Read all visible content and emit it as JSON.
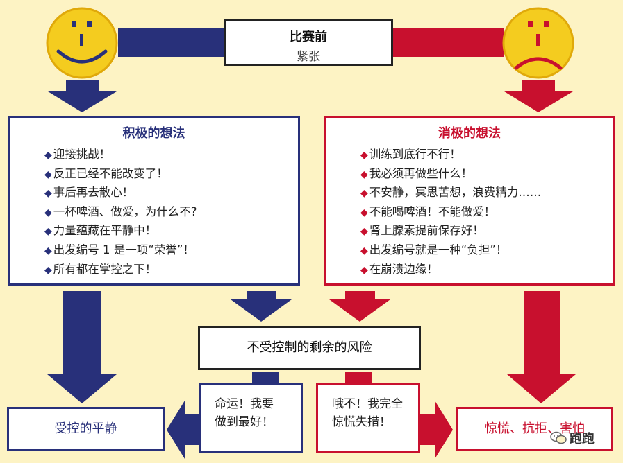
{
  "top": {
    "title": "比赛前",
    "subtitle": "紧张"
  },
  "positive": {
    "title": "积极的想法",
    "items": [
      "迎接挑战！",
      "反正已经不能改变了！",
      "事后再去散心！",
      "一杯啤酒、做爱，为什么不?",
      "力量蕴藏在平静中！",
      "出发编号 1 是一项“荣誉”！",
      "所有都在掌控之下！"
    ]
  },
  "negative": {
    "title": "消极的想法",
    "items": [
      "训练到底行不行！",
      "我必须再做些什么！",
      "不安静，冥思苦想，浪费精力……",
      "不能喝啤酒！不能做爱！",
      "肾上腺素提前保存好！",
      "出发编号就是一种“负担”！",
      "在崩溃边缘！"
    ]
  },
  "middle": {
    "label": "不受控制的剩余的风险"
  },
  "left_quote": {
    "line1": "命运！我要",
    "line2": "做到最好！"
  },
  "right_quote": {
    "line1": "哦不！我完全",
    "line2": "惊慌失措！"
  },
  "end_left": {
    "label": "受控的平静"
  },
  "end_right": {
    "label": "惊慌、抗拒、害怕"
  },
  "watermark": {
    "text": "跑跑"
  },
  "colors": {
    "blue": "#28307a",
    "red": "#c8102e",
    "face": "#f4cc1f",
    "background": "#fdf3c4"
  }
}
